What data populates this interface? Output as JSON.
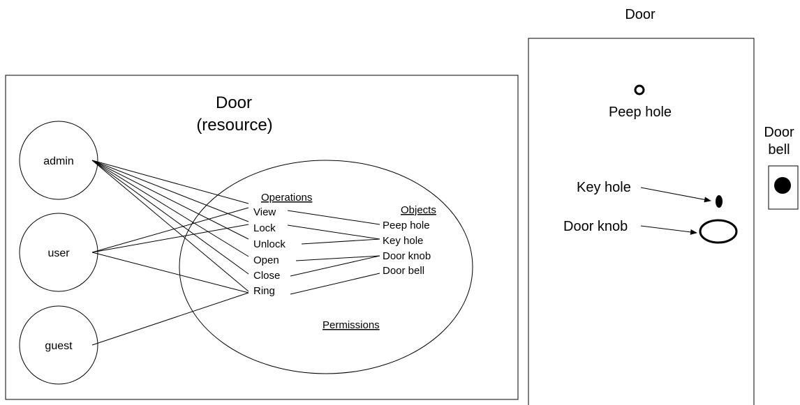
{
  "left_diagram": {
    "title_line1": "Door",
    "title_line2": "(resource)",
    "roles": [
      "admin",
      "user",
      "guest"
    ],
    "operations_heading": "Operations",
    "operations": [
      "View",
      "Lock",
      "Unlock",
      "Open",
      "Close",
      "Ring"
    ],
    "objects_heading": "Objects",
    "objects": [
      "Peep hole",
      "Key hole",
      "Door knob",
      "Door bell"
    ],
    "permissions_label": "Permissions"
  },
  "right_diagram": {
    "door_title": "Door",
    "peep_hole_label": "Peep hole",
    "key_hole_label": "Key hole",
    "door_knob_label": "Door knob",
    "door_bell_line1": "Door",
    "door_bell_line2": "bell"
  },
  "colors": {
    "stroke": "#000000",
    "background": "#ffffff"
  }
}
